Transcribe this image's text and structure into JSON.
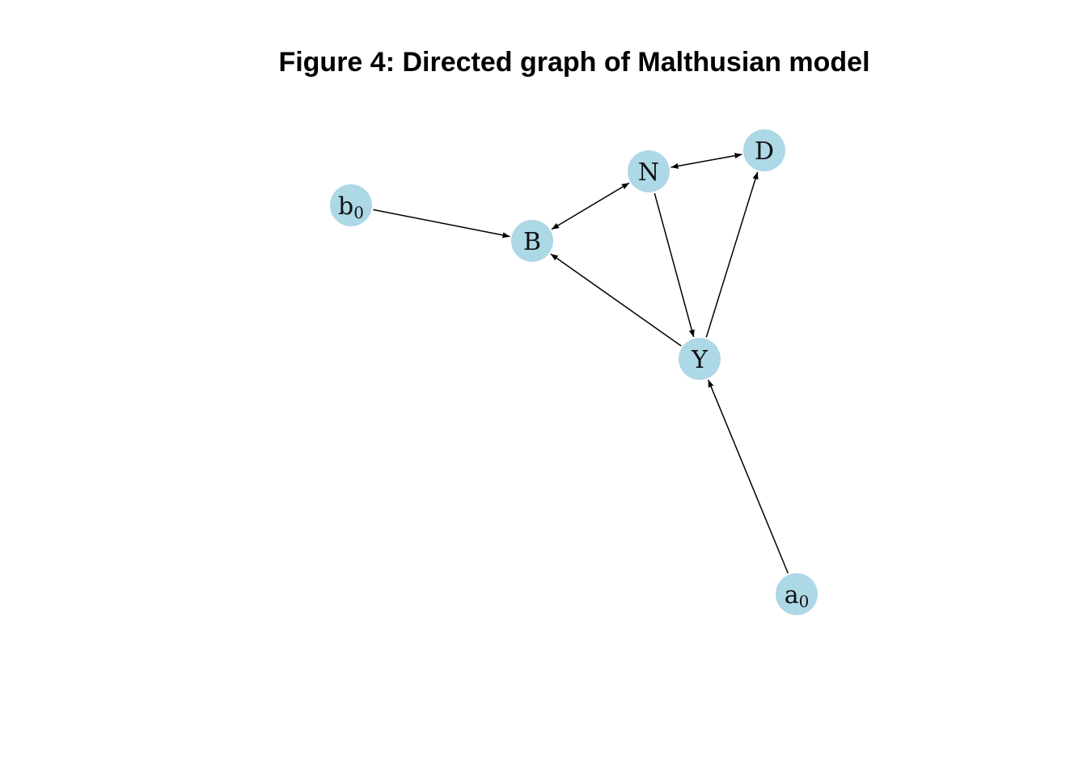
{
  "title": "Figure 4: Directed graph of Malthusian model",
  "colors": {
    "node_fill": "#add8e6",
    "edge": "#000000"
  },
  "nodes": [
    {
      "id": "b0",
      "label": "b",
      "subscript": "0"
    },
    {
      "id": "B",
      "label": "B",
      "subscript": ""
    },
    {
      "id": "N",
      "label": "N",
      "subscript": ""
    },
    {
      "id": "D",
      "label": "D",
      "subscript": ""
    },
    {
      "id": "Y",
      "label": "Y",
      "subscript": ""
    },
    {
      "id": "a0",
      "label": "a",
      "subscript": "0"
    }
  ],
  "edges": [
    {
      "from": "b0",
      "to": "B",
      "bidirectional": false
    },
    {
      "from": "N",
      "to": "B",
      "bidirectional": true
    },
    {
      "from": "N",
      "to": "D",
      "bidirectional": true
    },
    {
      "from": "N",
      "to": "Y",
      "bidirectional": false
    },
    {
      "from": "Y",
      "to": "B",
      "bidirectional": false
    },
    {
      "from": "Y",
      "to": "D",
      "bidirectional": false
    },
    {
      "from": "a0",
      "to": "Y",
      "bidirectional": false
    }
  ]
}
